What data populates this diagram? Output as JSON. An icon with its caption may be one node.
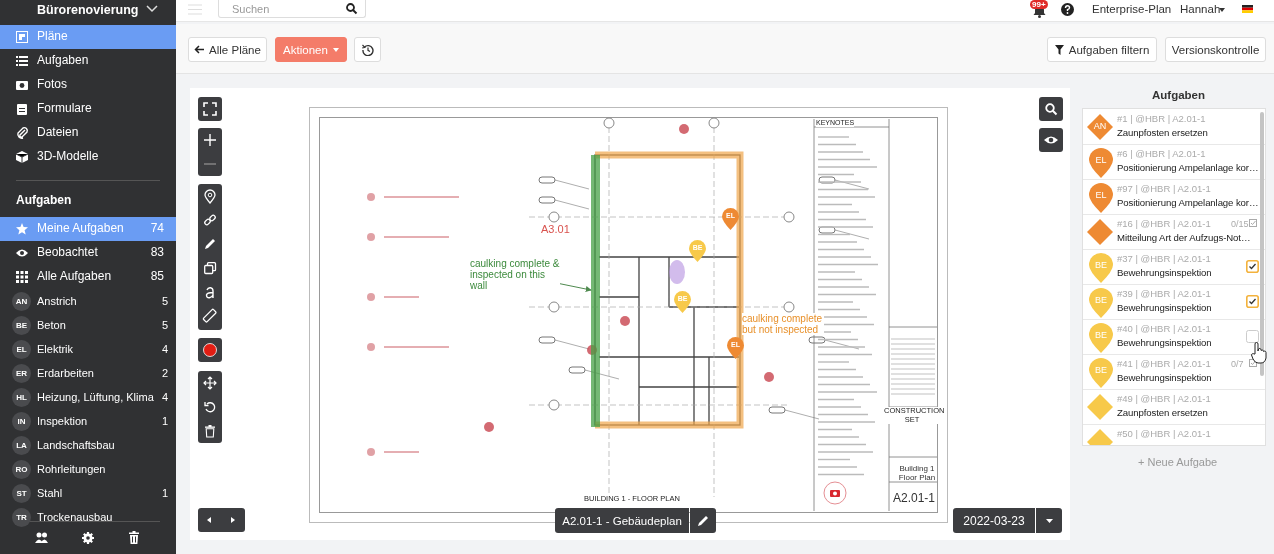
{
  "diagram": {
    "nodes": [
      {
        "text": [
          "caulking complete & inspected on this wall"
        ]
      },
      {
        "text": [],
        "shape": "bar"
      }
    ],
    "edges": [
      {
        "from": 0,
        "to": 1,
        "arrow": "to"
      }
    ],
    "labels": [
      "Bürorenovierung",
      "Suchen",
      "99+",
      "Enterprise-Plan",
      "Hannah",
      "Pläne",
      "Aufgaben",
      "Fotos",
      "Formulare",
      "Dateien",
      "3D-Modelle",
      "Aufgaben",
      "Meine Aufgaben",
      "74",
      "Beobachtet",
      "83",
      "Alle Aufgaben",
      "85",
      "AN",
      "Anstrich",
      "5",
      "BE",
      "Beton",
      "5",
      "EL",
      "Elektrik",
      "4",
      "ER",
      "Erdarbeiten",
      "2",
      "HL",
      "Heizung, Lüftung, Klima",
      "4",
      "IN",
      "Inspektion",
      "1",
      "LA",
      "Landschaftsbau",
      "RO",
      "Rohrleitungen",
      "ST",
      "Stahl",
      "1",
      "TR",
      "Trockenausbau",
      "Alle Pläne",
      "Aktionen",
      "Aufgaben filtern",
      "Versionskontrolle",
      "A3.01",
      "caulking complete but not inspected",
      "KEYNOTES",
      "BUILDING 1 - FLOOR PLAN",
      "CONSTRUCTION SET",
      "Building 1 Floor Plan",
      "A2.01-1",
      "EL",
      "BE",
      "BE",
      "EL",
      "A2.01-1 - Gebäudeplan",
      "2022-03-23",
      "Aufgaben",
      "AN",
      "#1 | @HBR | A2.01-1",
      "Zaunpfosten ersetzen",
      "EL",
      "#6 | @HBR | A2.01-1",
      "Positionierung Ampelanlage kor…",
      "EL",
      "#97 | @HBR | A2.01-1",
      "Positionierung Ampelanlage kor…",
      "#16 | @HBR | A2.01-1",
      "0/15",
      "Mitteilung Art der Aufzugs-Not…",
      "BE",
      "#37 | @HBR | A2.01-1",
      "Bewehrungsinspektion",
      "BE",
      "#39 | @HBR | A2.01-1",
      "Bewehrungsinspektion",
      "BE",
      "#40 | @HBR | A2.01-1",
      "Bewehrungsinspektion",
      "BE",
      "#41 | @HBR | A2.01-1",
      "0/7",
      "Bewehrungsinspektion",
      "#49 | @HBR | A2.01-1",
      "Zaunpfosten ersetzen",
      "#50 | @HBR | A2.01-1",
      "+ Neue Aufgabe"
    ]
  }
}
